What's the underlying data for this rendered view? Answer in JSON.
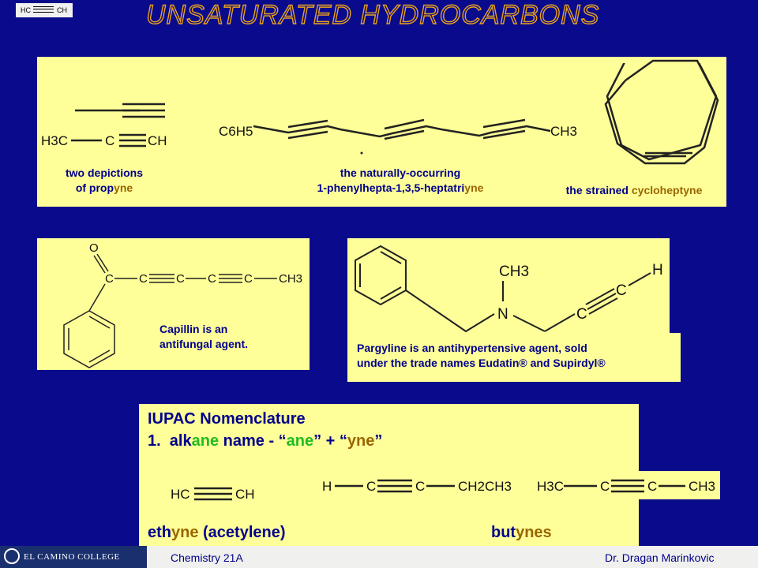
{
  "slide": {
    "title": "UNSATURATED HYDROCARBONS",
    "corner_formula": {
      "left": "HC",
      "right": "CH"
    }
  },
  "top_panel": {
    "propyne": {
      "atoms": [
        "H3C",
        "C",
        "CH"
      ],
      "caption_pre": "two depictions\nof prop",
      "caption_hl": "yne"
    },
    "triyne": {
      "atoms": [
        "C6H5",
        "CH3"
      ],
      "caption_line1": "the naturally-occurring",
      "caption_pre": "1-phenylhepta-1,3,5-heptatri",
      "caption_hl": "yne"
    },
    "cycloheptyne": {
      "caption_pre": "the strained ",
      "caption_hl": "cycloheptyne"
    }
  },
  "capillin": {
    "atoms": [
      "O",
      "C",
      "C",
      "C",
      "C",
      "C",
      "CH3"
    ],
    "caption": "Capillin is an\nantifungal agent."
  },
  "pargyline": {
    "atoms": [
      "CH3",
      "N",
      "C",
      "C",
      "H"
    ],
    "caption": "Pargyline is an antihypertensive agent, sold\nunder the trade names Eudatin® and Supirdyl®"
  },
  "iupac": {
    "heading": "IUPAC Nomenclature",
    "rule_num": "1.  alk",
    "rule_ane": "ane",
    "rule_mid": " name - “",
    "rule_ane2": "ane",
    "rule_plus": "” + “",
    "rule_yne": "yne",
    "rule_end": "”",
    "ethyne_atoms": [
      "HC",
      "CH"
    ],
    "butyne1_atoms": [
      "H",
      "C",
      "C",
      "CH2CH3"
    ],
    "butyne2_atoms": [
      "H3C",
      "C",
      "C",
      "CH3"
    ],
    "ethyne_pre": "eth",
    "ethyne_hl": "yne",
    "ethyne_post": " (acetylene)",
    "butynes_pre": "but",
    "butynes_hl": "ynes"
  },
  "footer": {
    "logo_text": "EL CAMINO COLLEGE",
    "course": "Chemistry 21A",
    "author": "Dr. Dragan Marinkovic"
  }
}
